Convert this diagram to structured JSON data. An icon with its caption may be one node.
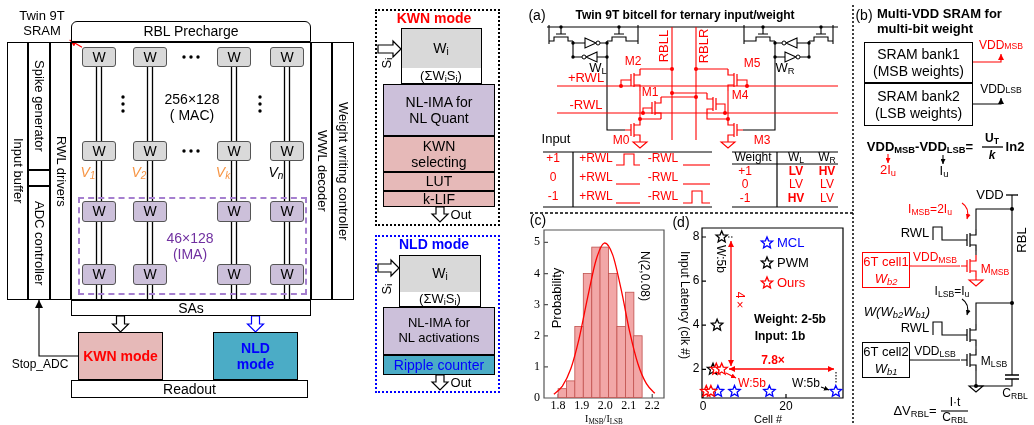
{
  "diagram": {
    "nodes": [
      {
        "text": [
          "Twin 9T SRAM"
        ]
      },
      {
        "text": [
          "RBL Precharge"
        ]
      },
      {
        "text": [
          "Input buffer"
        ]
      },
      {
        "text": [
          "Spike generator"
        ]
      },
      {
        "text": [],
        "shape": "box"
      },
      {
        "text": [
          "ADC controller"
        ]
      },
      {
        "text": [
          "RWL drivers"
        ]
      },
      {
        "text": [
          "256×128 ( MAC)"
        ]
      },
      {
        "text": [
          "W"
        ],
        "in": 7
      },
      {
        "text": [
          "W"
        ],
        "in": 7
      },
      {
        "text": [
          "W"
        ],
        "in": 7
      },
      {
        "text": [
          "W"
        ],
        "in": 7
      },
      {
        "text": [
          "W"
        ],
        "in": 7
      },
      {
        "text": [
          "W"
        ],
        "in": 7
      },
      {
        "text": [
          "W"
        ],
        "in": 7
      },
      {
        "text": [
          "W"
        ],
        "in": 7
      },
      {
        "text": [
          "46×128 (IMA)"
        ],
        "in": 7
      },
      {
        "text": [
          "W"
        ],
        "in": 16
      },
      {
        "text": [
          "W"
        ],
        "in": 16
      },
      {
        "text": [
          "W"
        ],
        "in": 16
      },
      {
        "text": [
          "W"
        ],
        "in": 16
      },
      {
        "text": [
          "W"
        ],
        "in": 16
      },
      {
        "text": [
          "W"
        ],
        "in": 16
      },
      {
        "text": [
          "W"
        ],
        "in": 16
      },
      {
        "text": [
          "W"
        ],
        "in": 16
      },
      {
        "text": [
          "WWL decoder"
        ]
      },
      {
        "text": [
          "Weight writing controller"
        ]
      },
      {
        "text": [
          "SAs"
        ]
      },
      {
        "text": [
          "KWN mode"
        ]
      },
      {
        "text": [
          "NLD mode"
        ]
      },
      {
        "text": [
          "Readout"
        ]
      },
      {
        "text": [
          "KWN mode"
        ]
      },
      {
        "text": [
          "W$_{i}$",
          "(ΣW$_{i}$S$_{i}$)"
        ],
        "in": 31
      },
      {
        "text": [
          "NL-IMA for NL Quant"
        ],
        "in": 31
      },
      {
        "text": [
          "KWN selecting"
        ],
        "in": 31
      },
      {
        "text": [
          "LUT"
        ],
        "in": 31
      },
      {
        "text": [
          "k-LIF"
        ],
        "in": 31
      },
      {
        "text": [
          "NLD mode"
        ]
      },
      {
        "text": [
          "W$_{i}$",
          "(ΣW$_{i}$S$_{i}$)"
        ],
        "in": 37
      },
      {
        "text": [
          "NL-IMA for NL activations"
        ],
        "in": 37
      },
      {
        "text": [
          "Ripple counter"
        ],
        "in": 37
      },
      {
        "text": [
          "SRAM bank1 (MSB weights)"
        ]
      },
      {
        "text": [
          "VDD$_{MSB}$"
        ]
      },
      {
        "text": [
          "SRAM bank2 (LSB weights)"
        ]
      },
      {
        "text": [
          "VDD$_{LSB}$"
        ]
      },
      {
        "text": [
          "6T cell1",
          "W$_{b2}$"
        ]
      },
      {
        "text": [],
        "shape": "transistor",
        "beside": [
          "M$_{MSB}$"
        ]
      },
      {
        "text": [
          "6T cell2",
          "W$_{b1}$"
        ]
      },
      {
        "text": [],
        "shape": "transistor",
        "beside": [
          "M$_{LSB}$"
        ]
      }
    ],
    "edges": [
      {
        "from": 8,
        "to": 0,
        "arrow": "to",
        "color": "#ff0000"
      },
      {
        "from": 8,
        "to": 12,
        "arrow": "none"
      },
      {
        "from": 12,
        "to": 17,
        "arrow": "none"
      },
      {
        "from": 17,
        "to": 21,
        "arrow": "none"
      },
      {
        "from": 21,
        "to": 27,
        "arrow": "none"
      },
      {
        "from": 9,
        "to": 13,
        "arrow": "none"
      },
      {
        "from": 13,
        "to": 18,
        "arrow": "none"
      },
      {
        "from": 18,
        "to": 22,
        "arrow": "none"
      },
      {
        "from": 22,
        "to": 27,
        "arrow": "none"
      },
      {
        "from": 10,
        "to": 14,
        "arrow": "none"
      },
      {
        "from": 14,
        "to": 19,
        "arrow": "none"
      },
      {
        "from": 19,
        "to": 23,
        "arrow": "none"
      },
      {
        "from": 23,
        "to": 27,
        "arrow": "none"
      },
      {
        "from": 11,
        "to": 15,
        "arrow": "none"
      },
      {
        "from": 15,
        "to": 20,
        "arrow": "none"
      },
      {
        "from": 20,
        "to": 24,
        "arrow": "none"
      },
      {
        "from": 24,
        "to": 27,
        "arrow": "none"
      },
      {
        "from": 27,
        "to": 28,
        "arrow": "to",
        "style": "thick"
      },
      {
        "from": 27,
        "to": 29,
        "arrow": "to",
        "style": "thick",
        "color": "#0000ff"
      },
      {
        "from": 28,
        "to": 5,
        "arrow": "to",
        "label": "Stop_ADC"
      },
      {
        "from": null,
        "to": 32,
        "arrow": "to",
        "style": "thick"
      },
      {
        "from": 36,
        "to": null,
        "arrow": "to",
        "style": "thick"
      },
      {
        "from": null,
        "to": 38,
        "arrow": "to",
        "style": "thick"
      },
      {
        "from": 40,
        "to": null,
        "arrow": "to",
        "style": "thick"
      },
      {
        "from": 41,
        "to": 42,
        "arrow": "to",
        "color": "#ff0000"
      },
      {
        "from": 43,
        "to": 44,
        "arrow": "to"
      },
      {
        "from": 45,
        "to": 46,
        "arrow": "none",
        "label": "VDD$_{MSB}$",
        "color": "#ff0000"
      },
      {
        "from": 47,
        "to": 48,
        "arrow": "none",
        "label": "VDD$_{LSB}$"
      }
    ],
    "labels": [
      "V$_{1}$",
      "V$_{2}$",
      "V$_{k}$",
      "V$_{n}$",
      "S$_{i}$",
      "Out",
      "S$_{i}$",
      "Out",
      "(a)",
      "Twin 9T bitcell for ternary input/weight",
      "W$_{L}$",
      "M2",
      "RBLL",
      "RBLR",
      "M5",
      "W$_{R}$",
      "+RWL",
      "M1",
      "M4",
      "-RWL",
      "M0",
      "M3",
      "Input",
      "+1",
      "+RWL",
      "-RWL",
      "0",
      "+RWL",
      "-RWL",
      "-1",
      "+RWL",
      "-RWL",
      "Weight",
      "W$_{L}$",
      "W$_{R}$",
      "+1",
      "LV",
      "HV",
      "0",
      "LV",
      "LV",
      "-1",
      "HV",
      "LV",
      "(b)",
      "Multi-VDD SRAM for multi-bit weight",
      "VDD$_{MSB}$-VDD$_{LSB}$=",
      "U$_{T}$",
      "k",
      "ln2",
      "2I$_{u}$",
      "I$_{u}$",
      "VDD",
      "I$_{MSB}$=2I$_{u}$",
      "RWL",
      "RBL",
      "I$_{LSB}$=I$_{u}$",
      "W(W$_{b2}$W$_{b1}$)",
      "RWL",
      "C$_{RBL}$",
      "ΔV$_{RBL}$=",
      "I·t",
      "C$_{RBL}$",
      "(c)",
      "(d)",
      "8",
      "6",
      "4",
      "2",
      "0",
      "20",
      "Input Latency (clk #)",
      "Cell #",
      "W:5b",
      "4×",
      "Weight: 2-5b",
      "Input: 1b",
      "7.8×",
      "W:5b",
      "W:5b"
    ],
    "legend": [
      {
        "text": "MCL"
      },
      {
        "text": "PWM"
      },
      {
        "text": "Ours"
      }
    ],
    "chart_data": {
      "type": "bar",
      "xlabel": "I$_{MSB}$/I$_{LSB}$",
      "ylabel": "Probability",
      "x": [
        1.782,
        1.818,
        1.854,
        1.889,
        1.925,
        1.961,
        1.996,
        2.032,
        2.068,
        2.104,
        2.139,
        2.175,
        2.211
      ],
      "series": [
        {
          "color": "#f2a7a7",
          "values": [
            null,
            0.3,
            0.55,
            2.3,
            4.0,
            4.85,
            4.85,
            4.0,
            2.3,
            3.4,
            2.0,
            null,
            null
          ]
        },
        {
          "name": "N(2,0.08)",
          "type": "line",
          "color": "#ff0000",
          "values": [
            0.12,
            0.38,
            0.94,
            1.91,
            3.21,
            4.43,
            4.98,
            4.6,
            3.48,
            2.14,
            1.1,
            0.46,
            0.15
          ]
        }
      ],
      "xlim": [
        1.74,
        2.25
      ],
      "ylim": [
        0,
        5.4
      ],
      "xticks": [
        1.8,
        1.9,
        {
          "value": 2.0,
          "label": "2.0"
        },
        2.1,
        2.2
      ],
      "yticks": [
        0,
        1,
        2,
        3,
        4,
        5
      ]
    }
  }
}
